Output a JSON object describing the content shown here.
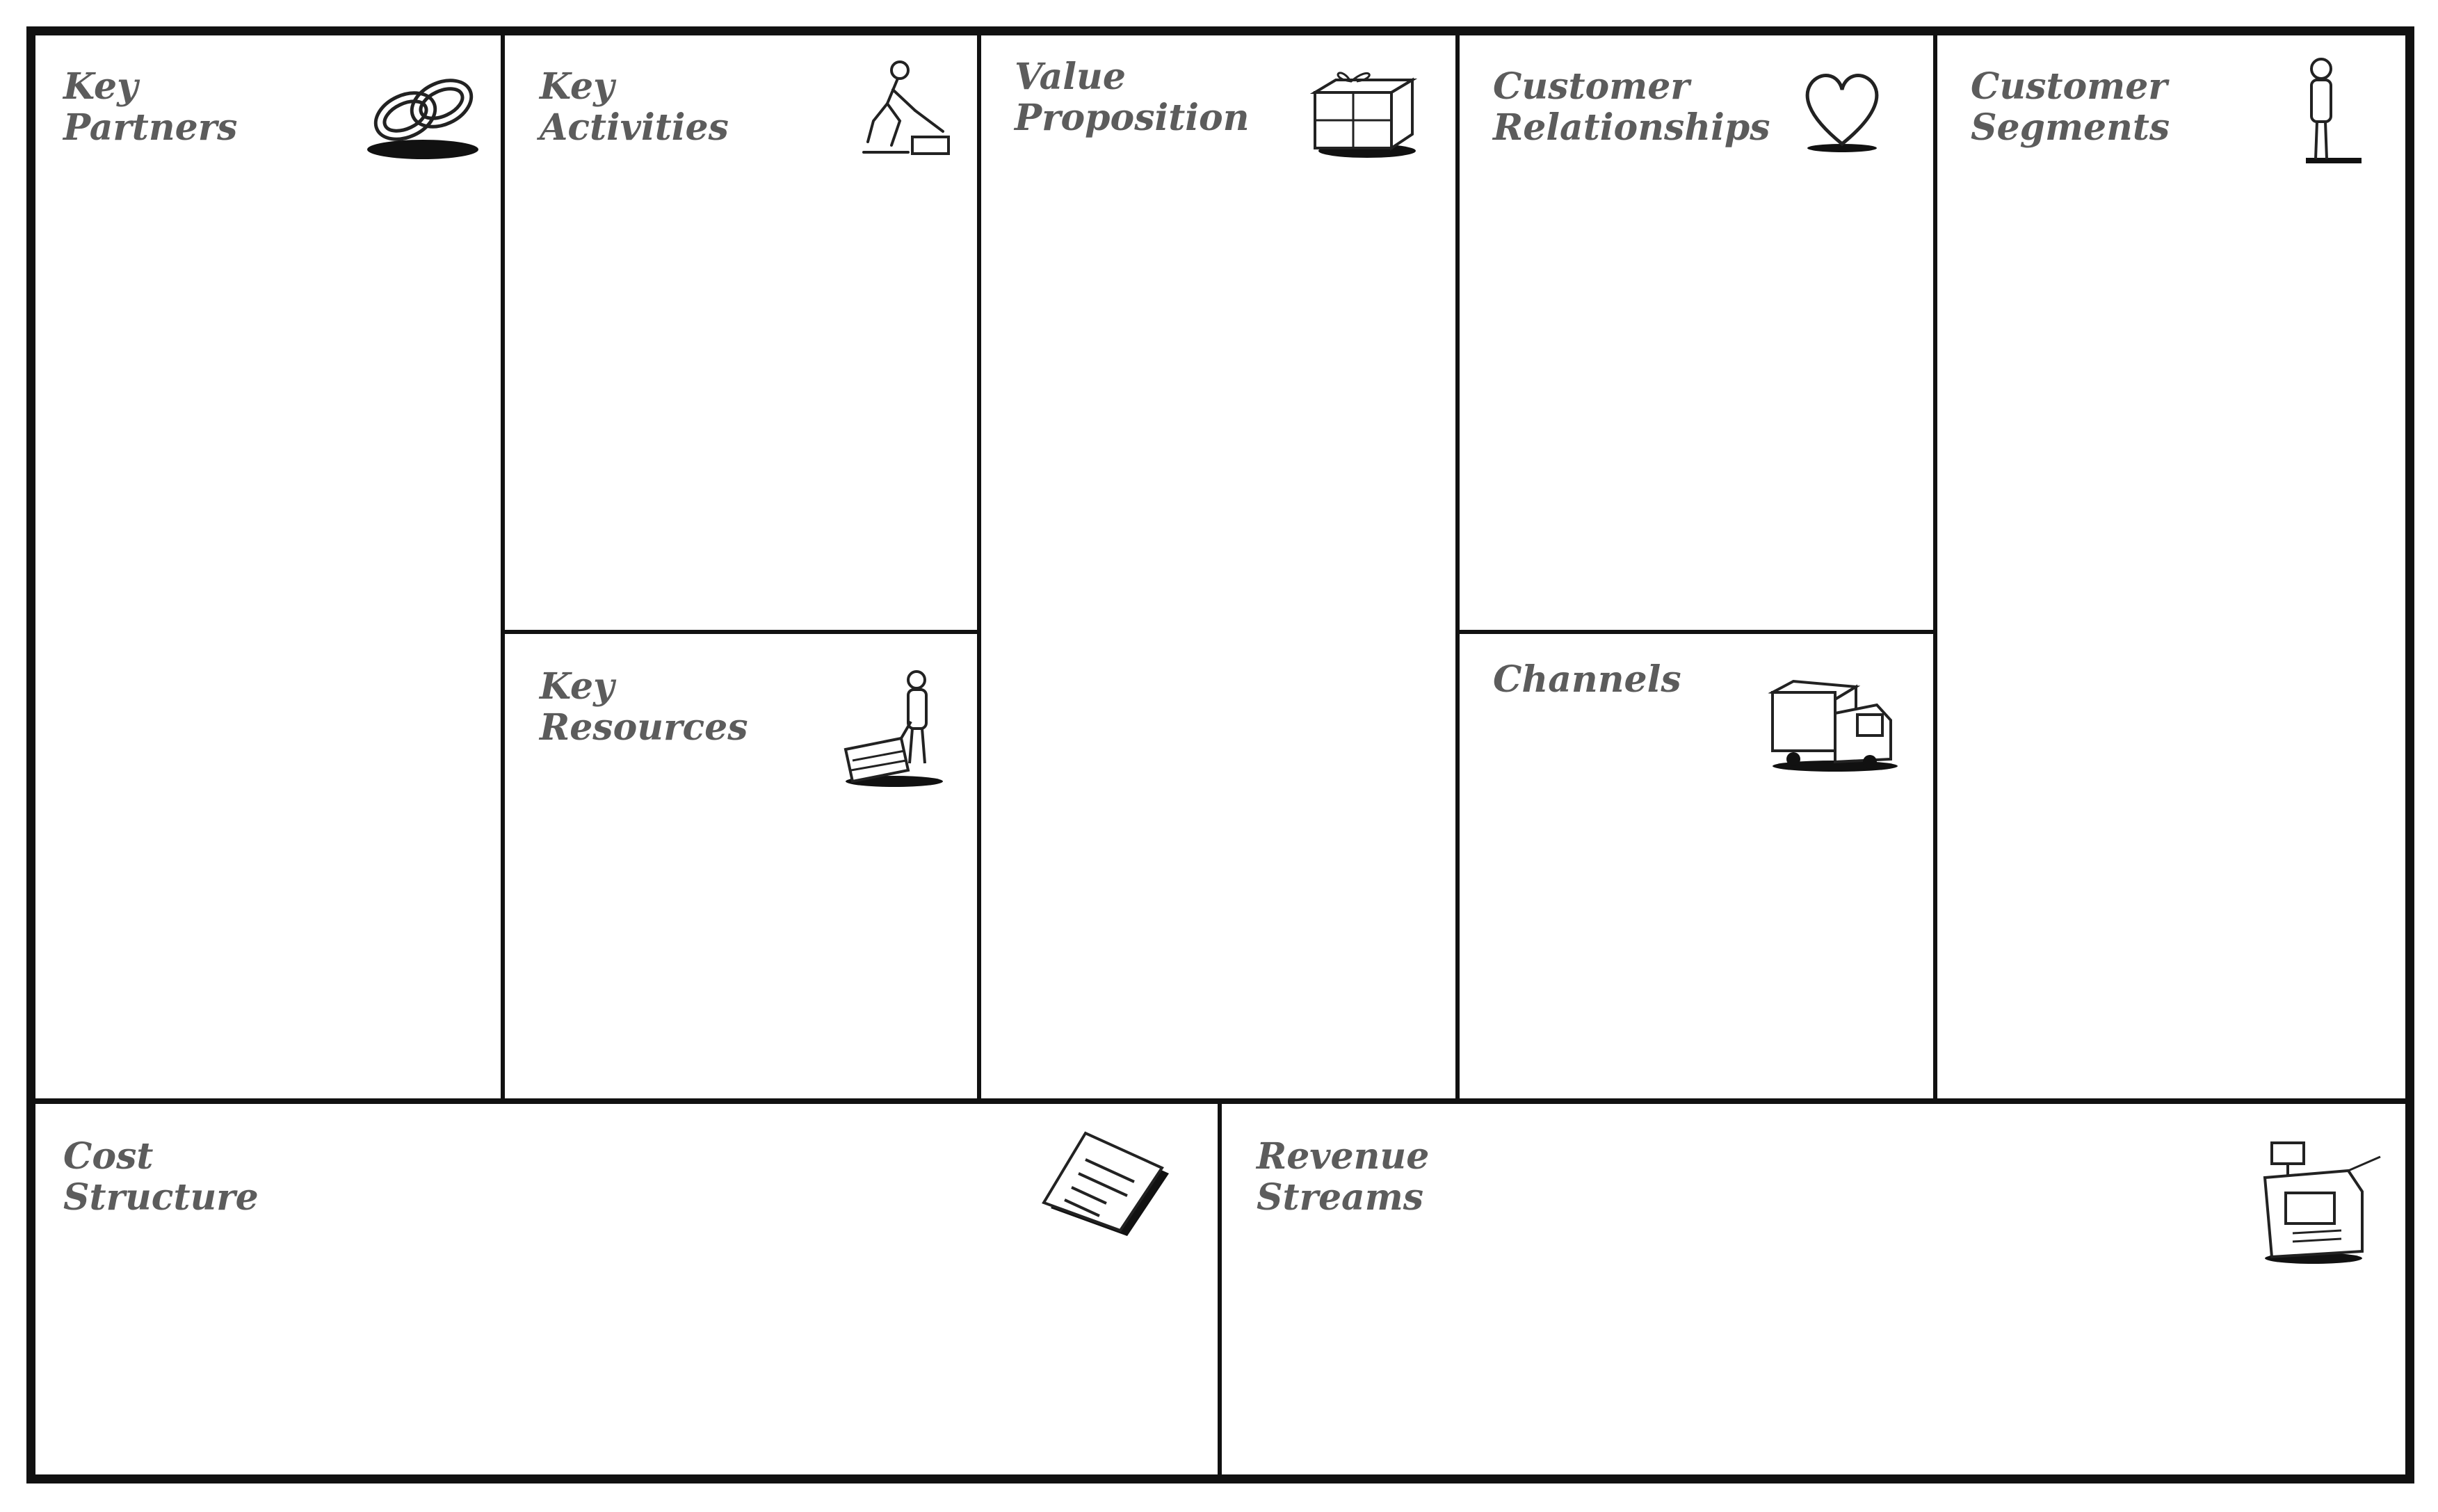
{
  "canvas": {
    "background": "#ffffff",
    "line_color": "#111111",
    "label_color": "#5c5c5c"
  },
  "blocks": {
    "key_partners": {
      "line1": "Key",
      "line2": "Partners",
      "icon": "chain-links-icon"
    },
    "key_activities": {
      "line1": "Key",
      "line2": "Activities",
      "icon": "person-working-icon"
    },
    "value_proposition": {
      "line1": "Value",
      "line2": "Proposition",
      "icon": "gift-box-icon"
    },
    "customer_relationships": {
      "line1": "Customer",
      "line2": "Relationships",
      "icon": "heart-icon"
    },
    "customer_segments": {
      "line1": "Customer",
      "line2": "Segments",
      "icon": "standing-person-icon"
    },
    "key_resources": {
      "line1": "Key",
      "line2": "Resources",
      "icon": "person-with-cart-icon"
    },
    "channels": {
      "line1": "Channels",
      "icon": "delivery-truck-icon"
    },
    "cost_structure": {
      "line1": "Cost",
      "line2": "Structure",
      "icon": "price-tag-document-icon"
    },
    "revenue_streams": {
      "line1": "Revenue",
      "line2": "Streams",
      "icon": "cash-register-icon"
    }
  }
}
